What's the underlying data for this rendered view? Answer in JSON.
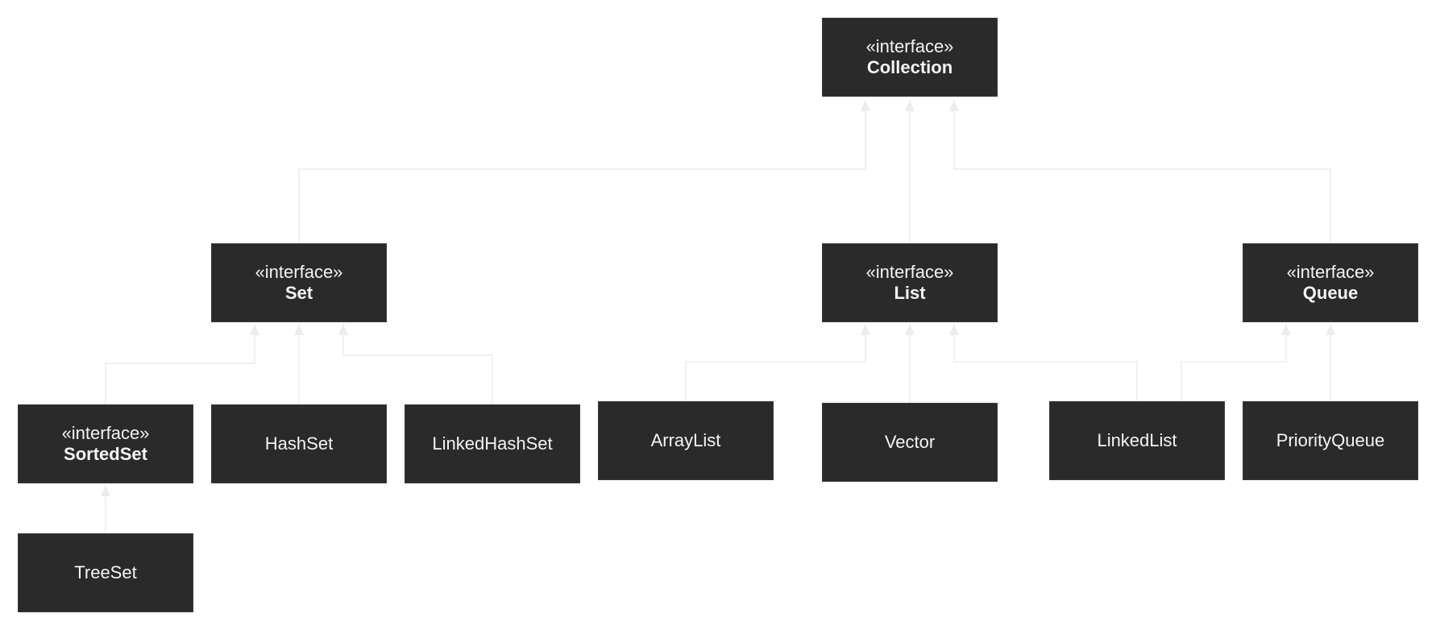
{
  "diagram": {
    "nodes": {
      "collection": {
        "stereotype": "«interface»",
        "name": "Collection"
      },
      "set": {
        "stereotype": "«interface»",
        "name": "Set"
      },
      "list": {
        "stereotype": "«interface»",
        "name": "List"
      },
      "queue": {
        "stereotype": "«interface»",
        "name": "Queue"
      },
      "sortedset": {
        "stereotype": "«interface»",
        "name": "SortedSet"
      },
      "hashset": {
        "name": "HashSet"
      },
      "linkedhashset": {
        "name": "LinkedHashSet"
      },
      "arraylist": {
        "name": "ArrayList"
      },
      "vector": {
        "name": "Vector"
      },
      "linkedlist": {
        "name": "LinkedList"
      },
      "priorityqueue": {
        "name": "PriorityQueue"
      },
      "treeset": {
        "name": "TreeSet"
      }
    },
    "edges": [
      {
        "from": "set",
        "to": "collection"
      },
      {
        "from": "list",
        "to": "collection"
      },
      {
        "from": "queue",
        "to": "collection"
      },
      {
        "from": "sortedset",
        "to": "set"
      },
      {
        "from": "hashset",
        "to": "set"
      },
      {
        "from": "linkedhashset",
        "to": "set"
      },
      {
        "from": "arraylist",
        "to": "list"
      },
      {
        "from": "vector",
        "to": "list"
      },
      {
        "from": "linkedlist",
        "to": "list"
      },
      {
        "from": "linkedlist",
        "to": "queue"
      },
      {
        "from": "priorityqueue",
        "to": "queue"
      },
      {
        "from": "treeset",
        "to": "sortedset"
      }
    ]
  }
}
